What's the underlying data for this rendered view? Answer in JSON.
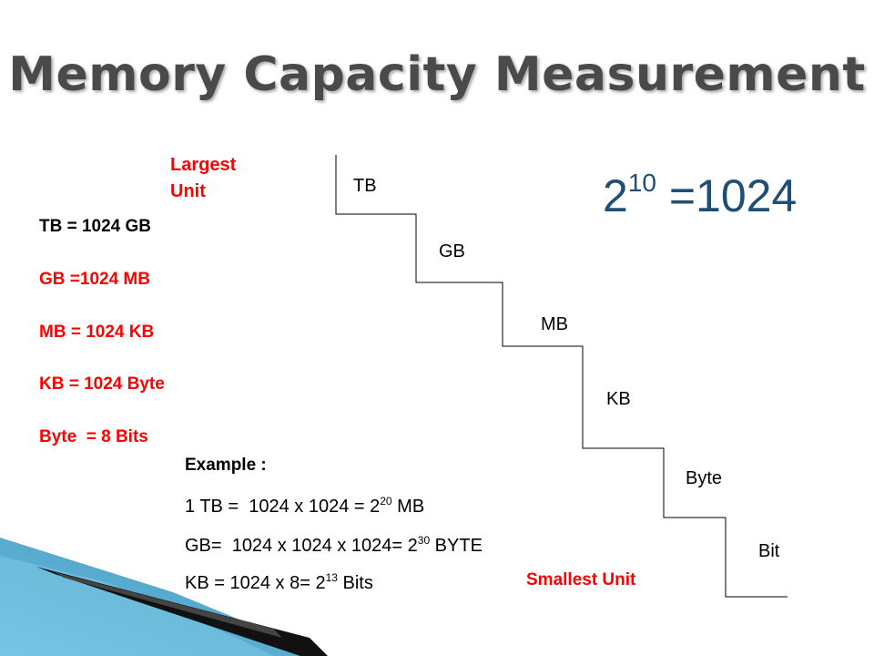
{
  "slide": {
    "title": "Memory Capacity Measurement"
  },
  "largest_unit": {
    "line1": "Largest",
    "line2": "Unit"
  },
  "smallest_unit": "Smallest Unit",
  "conversions": [
    "TB = 1024 GB",
    "GB =1024 MB",
    "MB = 1024 KB",
    "KB = 1024 Byte",
    "Byte  = 8 Bits"
  ],
  "formula": {
    "base": "2",
    "exponent": "10",
    "result": " =1024"
  },
  "staircase": {
    "steps": [
      "TB",
      "GB",
      "MB",
      "KB",
      "Byte",
      "Bit"
    ]
  },
  "example": {
    "heading": "Example :",
    "line1": {
      "prefix": "1 TB =  1024 x 1024 = 2",
      "exp": "20",
      "suffix": " MB"
    },
    "line2": {
      "prefix": "GB=  1024 x 1024 x 1024= 2",
      "exp": "30",
      "suffix": " BYTE"
    },
    "line3": {
      "prefix": "KB = 1024 x 8= 2",
      "exp": "13",
      "suffix": " Bits"
    }
  },
  "colors": {
    "title": "#4a4a4a",
    "accent_red": "#ff0000",
    "formula": "#1f4e79",
    "decoration_blue": "#3a9fc8"
  }
}
